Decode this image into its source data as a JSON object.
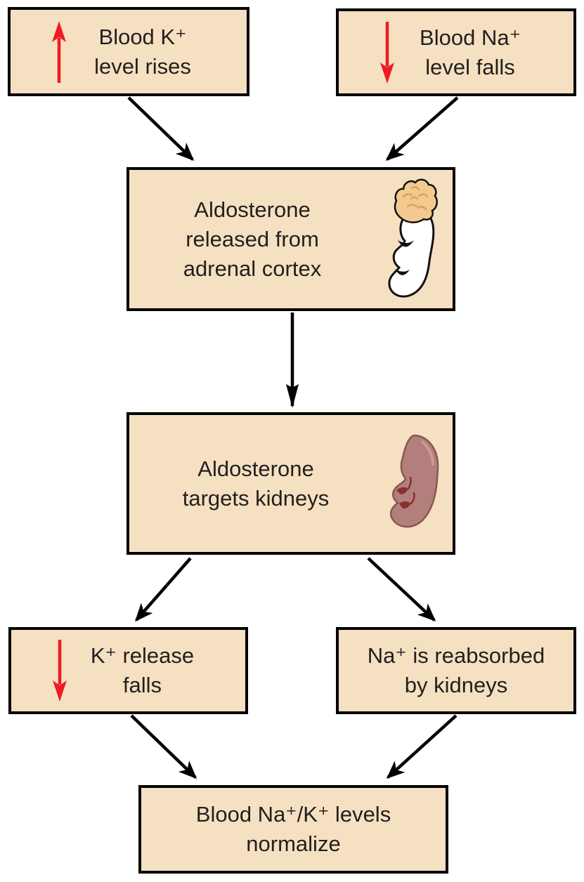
{
  "diagram": {
    "type": "flowchart",
    "subject": "Aldosterone feedback loop regulating blood Na+/K+ levels"
  },
  "colors": {
    "box_fill": "#f5e0c1",
    "box_border": "#000000",
    "text": "#231f20",
    "connector": "#000000",
    "indicator_red": "#ed1c24",
    "adrenal_cortex_tan": "#f2c98e",
    "kidney_mauve": "#b37f7c"
  },
  "nodes": {
    "blood_k_rises": {
      "lines": [
        "Blood K⁺",
        "level rises"
      ],
      "indicator": "red-up-arrow"
    },
    "blood_na_falls": {
      "lines": [
        "Blood Na⁺",
        "level falls"
      ],
      "indicator": "red-down-arrow"
    },
    "aldosterone_released": {
      "lines": [
        "Aldosterone",
        "released from",
        "adrenal cortex"
      ],
      "illustration": "adrenal-gland"
    },
    "aldosterone_targets": {
      "lines": [
        "Aldosterone",
        "targets kidneys"
      ],
      "illustration": "kidney"
    },
    "k_release_falls": {
      "lines": [
        "K⁺ release",
        "falls"
      ],
      "indicator": "red-down-arrow"
    },
    "na_reabsorbed": {
      "lines": [
        "Na⁺ is reabsorbed",
        "by kidneys"
      ]
    },
    "levels_normalize": {
      "lines": [
        "Blood Na⁺/K⁺ levels",
        "normalize"
      ]
    }
  },
  "edges": [
    {
      "from": "blood_k_rises",
      "to": "aldosterone_released"
    },
    {
      "from": "blood_na_falls",
      "to": "aldosterone_released"
    },
    {
      "from": "aldosterone_released",
      "to": "aldosterone_targets"
    },
    {
      "from": "aldosterone_targets",
      "to": "k_release_falls"
    },
    {
      "from": "aldosterone_targets",
      "to": "na_reabsorbed"
    },
    {
      "from": "k_release_falls",
      "to": "levels_normalize"
    },
    {
      "from": "na_reabsorbed",
      "to": "levels_normalize"
    }
  ]
}
